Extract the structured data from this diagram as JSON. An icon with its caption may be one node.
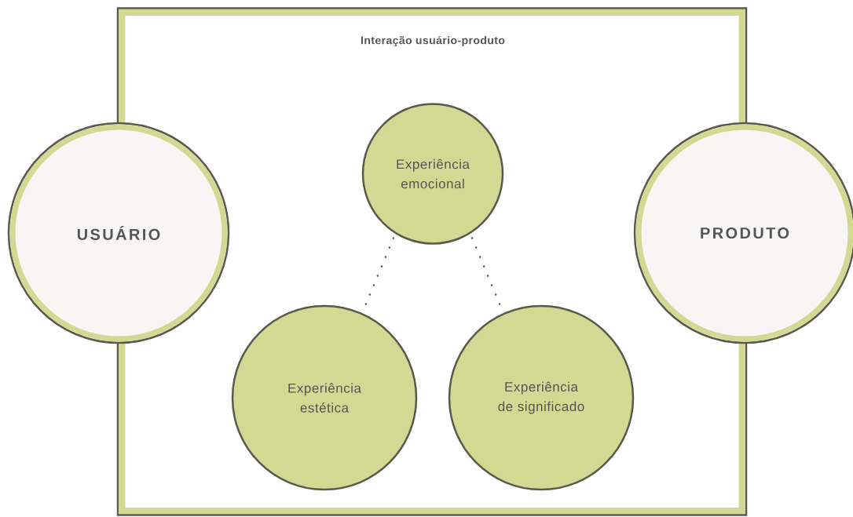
{
  "diagram": {
    "nodes": [
      {
        "text": [
          "Interação usuário-produto"
        ]
      },
      {
        "text": [
          "USUÁRIO"
        ]
      },
      {
        "text": [
          "Experiência emocional"
        ],
        "in": 0
      },
      {
        "text": [
          "Experiência estética"
        ],
        "in": 0
      },
      {
        "text": [
          "Experiência de significado"
        ],
        "in": 0
      },
      {
        "text": [
          "PRODUTO"
        ]
      }
    ],
    "edges": [
      {
        "from": 2,
        "to": 3,
        "arrow": "none",
        "style": "dashed"
      },
      {
        "from": 2,
        "to": 4,
        "arrow": "none",
        "style": "dashed"
      }
    ]
  }
}
